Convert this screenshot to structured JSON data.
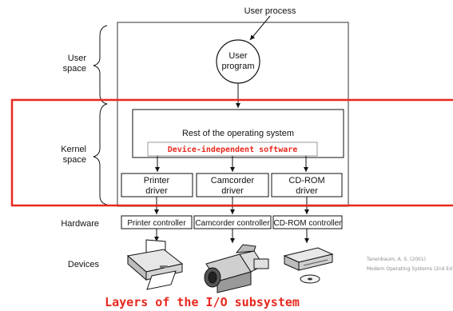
{
  "diagram": {
    "user_process": "User process",
    "user_program": [
      "User",
      "program"
    ],
    "levels": {
      "user_space": [
        "User",
        "space"
      ],
      "kernel_space": [
        "Kernel",
        "space"
      ],
      "hardware": "Hardware",
      "devices": "Devices"
    },
    "rest_of_os": "Rest of the operating system",
    "device_independent": "Device-independent software",
    "drivers": [
      [
        "Printer",
        "driver"
      ],
      [
        "Camcorder",
        "driver"
      ],
      [
        "CD-ROM",
        "driver"
      ]
    ],
    "controllers": [
      "Printer controller",
      "Camcorder controller",
      "CD-ROM controller"
    ],
    "device_icons": [
      "printer-icon",
      "camcorder-icon",
      "cdrom-drive-icon"
    ],
    "citation": [
      "Tanenbaum, A. S. (2001)",
      "Modern Operating Systems (2nd Ed"
    ],
    "title": "Layers of the I/O subsystem",
    "colors": {
      "highlight": "#e8281e",
      "line": "#111111",
      "citation": "#8c8c8c"
    }
  }
}
